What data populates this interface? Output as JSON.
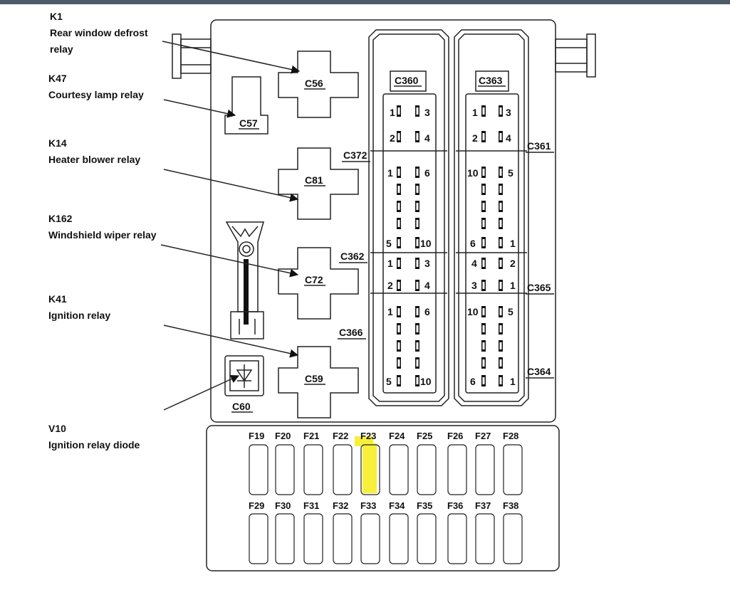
{
  "colors": {
    "highlight": "#f7ef3a",
    "frame": "#4f5b6b",
    "line": "#222222"
  },
  "labels": [
    {
      "code": "K1",
      "lines": [
        "Rear window defrost",
        "relay"
      ]
    },
    {
      "code": "K47",
      "lines": [
        "Courtesy lamp relay"
      ]
    },
    {
      "code": "K14",
      "lines": [
        "Heater blower relay"
      ]
    },
    {
      "code": "K162",
      "lines": [
        "Windshield wiper relay"
      ]
    },
    {
      "code": "K41",
      "lines": [
        "Ignition relay"
      ]
    },
    {
      "code": "V10",
      "lines": [
        "Ignition relay diode"
      ]
    }
  ],
  "relays": [
    "C56",
    "C81",
    "C72",
    "C59"
  ],
  "small_connectors": [
    "C57",
    "C60"
  ],
  "connector_labels": {
    "left_top": "C360",
    "right_top": "C363",
    "c372": "C372",
    "c361": "C361",
    "c362": "C362",
    "c365": "C365",
    "c366": "C366",
    "c364": "C364"
  },
  "pin_numbers": {
    "c360": [
      "1",
      "3",
      "2",
      "4"
    ],
    "c372": [
      "1",
      "6",
      "5",
      "10"
    ],
    "c362": [
      "1",
      "3",
      "2",
      "4"
    ],
    "c366": [
      "1",
      "6",
      "5",
      "10"
    ],
    "c363": [
      "1",
      "3",
      "2",
      "4"
    ],
    "c361": [
      "10",
      "5",
      "6",
      "1"
    ],
    "c365": [
      "4",
      "2",
      "3",
      "1"
    ],
    "c364": [
      "10",
      "5",
      "6",
      "1"
    ]
  },
  "fuses_top": [
    "F19",
    "F20",
    "F21",
    "F22",
    "F23",
    "F24",
    "F25",
    "F26",
    "F27",
    "F28"
  ],
  "fuses_bottom": [
    "F29",
    "F30",
    "F31",
    "F32",
    "F33",
    "F34",
    "F35",
    "F36",
    "F37",
    "F38"
  ],
  "highlighted_fuse": "F23"
}
